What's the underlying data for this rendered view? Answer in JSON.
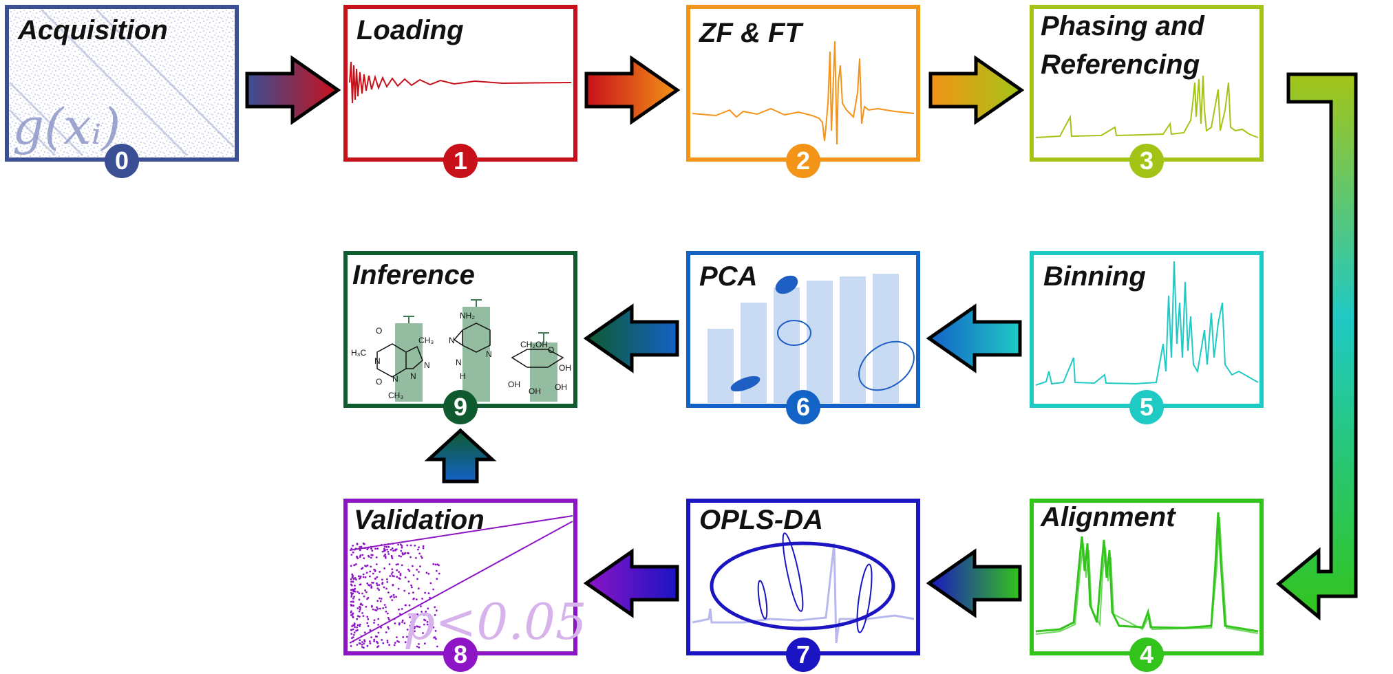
{
  "stages": [
    {
      "num": "0",
      "title": "Acquisition",
      "color": "#3b4f94"
    },
    {
      "num": "1",
      "title": "Loading",
      "color": "#c8101a"
    },
    {
      "num": "2",
      "title": "ZF & FT",
      "color": "#f39317"
    },
    {
      "num": "3",
      "title_line1": "Phasing and",
      "title_line2": "Referencing",
      "color": "#a3c417"
    },
    {
      "num": "4",
      "title": "Alignment",
      "color": "#33c41c"
    },
    {
      "num": "5",
      "title": "Binning",
      "color": "#1fc9c4"
    },
    {
      "num": "6",
      "title": "PCA",
      "color": "#1362c6"
    },
    {
      "num": "7",
      "title": "OPLS-DA",
      "color": "#1a14c3"
    },
    {
      "num": "8",
      "title": "Validation",
      "color": "#8d15c6"
    },
    {
      "num": "9",
      "title": "Inference",
      "color": "#0f5a2e"
    }
  ],
  "formulas": {
    "acquisition": "g(xᵢ)",
    "validation": "p<0.05"
  },
  "molecule_labels": {
    "caffeine": [
      "H₃C",
      "CH₃",
      "O",
      "O",
      "N",
      "N",
      "N",
      "N",
      "CH₃"
    ],
    "adenine": [
      "NH₂",
      "N",
      "N",
      "N",
      "H"
    ],
    "sugar": [
      "CH₂OH",
      "O",
      "OH",
      "OH",
      "OH",
      "OH"
    ]
  },
  "arrow_names": [
    "arrow-0-1",
    "arrow-1-2",
    "arrow-2-3",
    "arrow-3-4",
    "arrow-4-7",
    "arrow-5-6",
    "arrow-6-9",
    "arrow-7-8",
    "arrow-8-9"
  ]
}
